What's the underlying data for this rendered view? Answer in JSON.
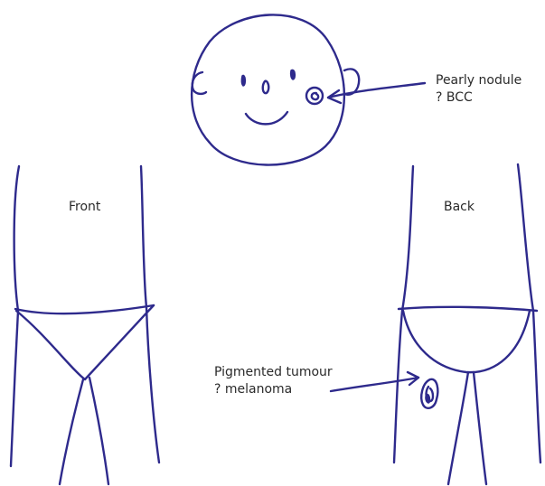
{
  "views": {
    "front_label": "Front",
    "back_label": "Back"
  },
  "annotations": {
    "face_lesion": {
      "line1": "Pearly nodule",
      "line2": "? BCC"
    },
    "leg_lesion": {
      "line1": "Pigmented tumour",
      "line2": "? melanoma"
    }
  },
  "colors": {
    "ink": "#2e2a8c",
    "text": "#2a2a2a",
    "background": "#ffffff"
  }
}
